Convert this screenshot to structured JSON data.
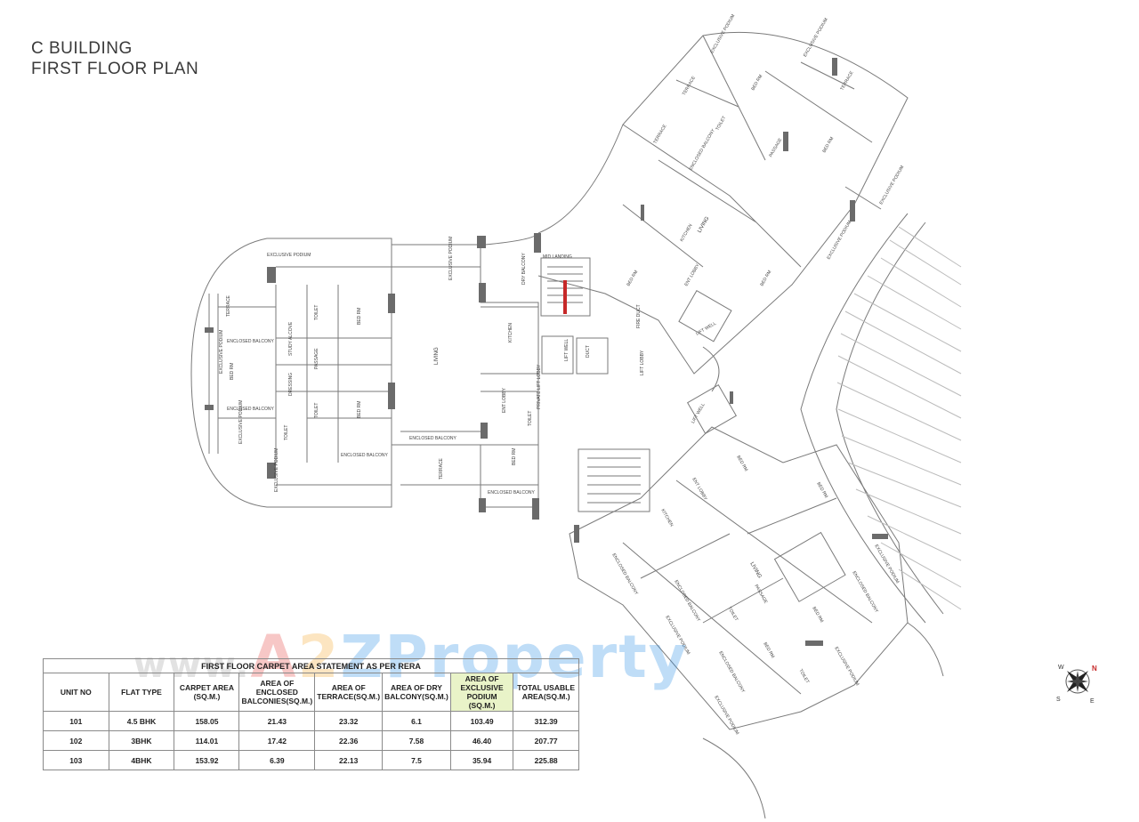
{
  "title": {
    "line1": "C BUILDING",
    "line2": "FIRST FLOOR PLAN"
  },
  "watermark": {
    "prefix": "www.",
    "brand_a": "A",
    "brand_2": "2",
    "brand_z": "Z",
    "brand_rest": "Property"
  },
  "labels": {
    "exclusive_podium": "EXCLUSIVE PODIUM",
    "terrace": "TERRACE",
    "living": "LIVING",
    "bed_rm": "BED RM",
    "kitchen": "KITCHEN",
    "toilet": "TOILET",
    "dry_balcony": "DRY BALCONY",
    "enclosed_balcony": "ENCLOSED BALCONY",
    "passage": "PASSAGE",
    "lift_well": "LIFT WELL",
    "ent_lobby": "ENT LOBBY",
    "private_lift_lobby": "PRIVATE LIFT LOBBY",
    "mid_landing": "MID LANDING",
    "duct": "DUCT",
    "dressing": "DRESSING",
    "study_alcove": "STUDY ALCOVE",
    "fire_duct": "FIRE DUCT",
    "lift_lobby": "LIFT LOBBY"
  },
  "table": {
    "caption": "FIRST FLOOR CARPET AREA STATEMENT AS PER RERA",
    "headers": [
      "UNIT NO",
      "FLAT TYPE",
      "CARPET AREA (SQ.M.)",
      "AREA OF ENCLOSED BALCONIES(SQ.M.)",
      "AREA OF TERRACE(SQ.M.)",
      "AREA OF DRY BALCONY(SQ.M.)",
      "AREA OF EXCLUSIVE PODIUM (SQ.M.)",
      "TOTAL USABLE AREA(SQ.M.)"
    ],
    "rows": [
      [
        "101",
        "4.5 BHK",
        "158.05",
        "21.43",
        "23.32",
        "6.1",
        "103.49",
        "312.39"
      ],
      [
        "102",
        "3BHK",
        "114.01",
        "17.42",
        "22.36",
        "7.58",
        "46.40",
        "207.77"
      ],
      [
        "103",
        "4BHK",
        "153.92",
        "6.39",
        "22.13",
        "7.5",
        "35.94",
        "225.88"
      ]
    ]
  },
  "compass": {
    "north": "N",
    "south": "S",
    "east": "E",
    "west": "W"
  },
  "colors": {
    "wall": "#6b6b6b",
    "line": "#7a7a7a",
    "highlight": "#e9f3c8",
    "stair_accent": "#c62828"
  }
}
